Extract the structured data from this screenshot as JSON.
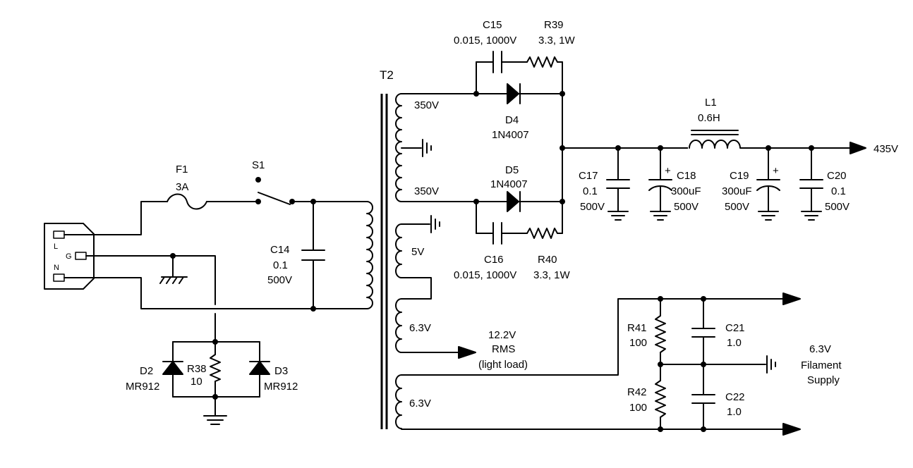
{
  "connector": {
    "l_label": "L",
    "g_label": "G",
    "n_label": "N"
  },
  "fuse": {
    "ref": "F1",
    "value": "3A"
  },
  "switch": {
    "ref": "S1"
  },
  "c14": {
    "ref": "C14",
    "value": "0.1",
    "voltage": "500V"
  },
  "d2": {
    "ref": "D2",
    "part": "MR912"
  },
  "r38": {
    "ref": "R38",
    "value": "10"
  },
  "d3": {
    "ref": "D3",
    "part": "MR912"
  },
  "transformer": {
    "ref": "T2",
    "taps": {
      "hv_top": "350V",
      "hv_bottom": "350V",
      "v5": "5V",
      "v63_a": "6.3V",
      "v63_b": "6.3V"
    }
  },
  "c15": {
    "ref": "C15",
    "value": "0.015, 1000V"
  },
  "r39": {
    "ref": "R39",
    "value": "3.3, 1W"
  },
  "d4": {
    "ref": "D4",
    "part": "1N4007"
  },
  "d5": {
    "ref": "D5",
    "part": "1N4007"
  },
  "c16": {
    "ref": "C16",
    "value": "0.015, 1000V"
  },
  "r40": {
    "ref": "R40",
    "value": "3.3, 1W"
  },
  "l1": {
    "ref": "L1",
    "value": "0.6H"
  },
  "c17": {
    "ref": "C17",
    "value": "0.1",
    "voltage": "500V"
  },
  "c18": {
    "ref": "C18",
    "value": "300uF",
    "voltage": "500V",
    "polarity": "+"
  },
  "c19": {
    "ref": "C19",
    "value": "300uF",
    "voltage": "500V",
    "polarity": "+"
  },
  "c20": {
    "ref": "C20",
    "value": "0.1",
    "voltage": "500V"
  },
  "output_hv": {
    "label": "435V"
  },
  "output_12v": {
    "line1": "12.2V",
    "line2": "RMS",
    "line3": "(light load)"
  },
  "r41": {
    "ref": "R41",
    "value": "100"
  },
  "r42": {
    "ref": "R42",
    "value": "100"
  },
  "c21": {
    "ref": "C21",
    "value": "1.0"
  },
  "c22": {
    "ref": "C22",
    "value": "1.0"
  },
  "filament": {
    "line1": "6.3V",
    "line2": "Filament",
    "line3": "Supply"
  }
}
